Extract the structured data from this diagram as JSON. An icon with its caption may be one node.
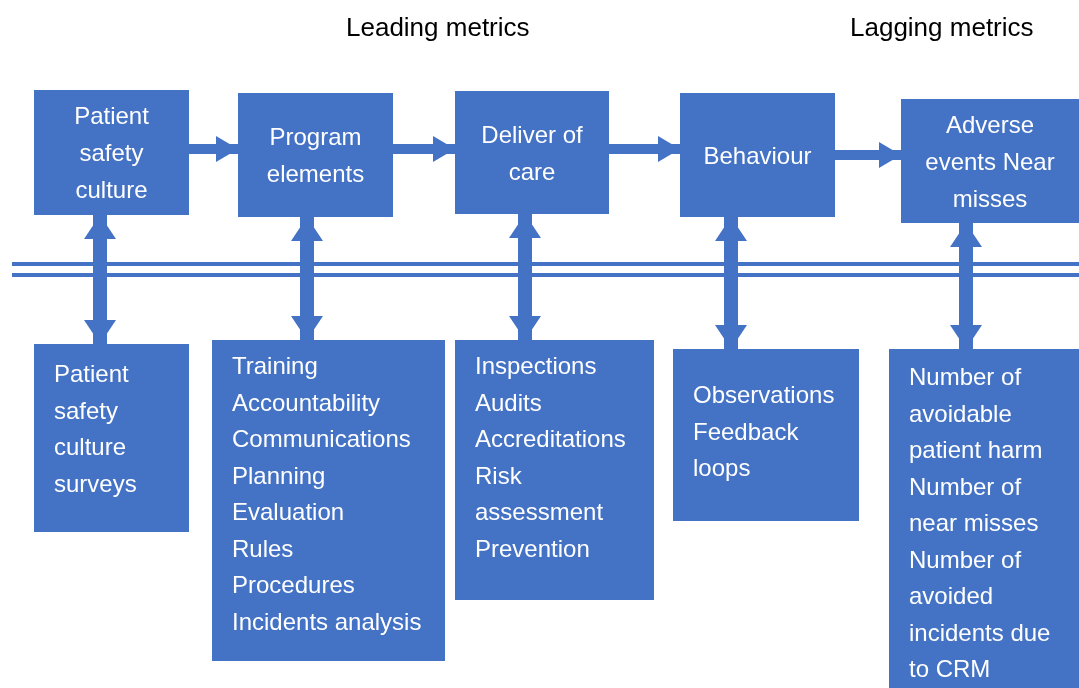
{
  "diagram": {
    "nodes": [
      {
        "text": [
          "Patient safety culture"
        ]
      },
      {
        "text": [
          "Program elements"
        ]
      },
      {
        "text": [
          "Deliver of care"
        ]
      },
      {
        "text": [
          "Behaviour"
        ]
      },
      {
        "text": [
          "Adverse events Near misses"
        ]
      },
      {
        "text": [
          "Patient safety culture surveys"
        ]
      },
      {
        "text": [
          "Training",
          "Accountability",
          "Communications",
          "Planning",
          "Evaluation",
          "Rules",
          "Procedures",
          "Incidents analysis"
        ]
      },
      {
        "text": [
          "Inspections",
          "Audits",
          "Accreditations",
          "Risk assessment",
          "Prevention"
        ]
      },
      {
        "text": [
          "Observations",
          "Feedback loops"
        ]
      },
      {
        "text": [
          "Number of avoidable patient harm",
          "Number of near misses",
          "Number of avoided incidents due to CRM"
        ]
      }
    ],
    "edges": [
      {
        "from": 0,
        "to": 1,
        "arrow": "to"
      },
      {
        "from": 1,
        "to": 2,
        "arrow": "to"
      },
      {
        "from": 2,
        "to": 3,
        "arrow": "to"
      },
      {
        "from": 3,
        "to": 4,
        "arrow": "to"
      },
      {
        "from": 0,
        "to": 5,
        "arrow": "both"
      },
      {
        "from": 1,
        "to": 6,
        "arrow": "both"
      },
      {
        "from": 2,
        "to": 7,
        "arrow": "both"
      },
      {
        "from": 3,
        "to": 8,
        "arrow": "both"
      },
      {
        "from": 4,
        "to": 9,
        "arrow": "both"
      }
    ],
    "labels": [
      "Leading metrics",
      "Lagging metrics"
    ]
  }
}
